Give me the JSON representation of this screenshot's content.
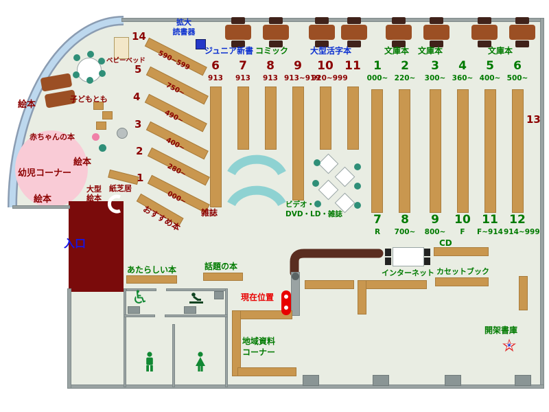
{
  "colors": {
    "floor": "#e9ede3",
    "shelf": "#c9974f",
    "wall": "#9aa3a3",
    "entrance_block": "#7a0b0b",
    "infant_pink": "#f9cbd6",
    "window_band": "#bdd8ee",
    "sofa_cyan": "#8ed2d2",
    "sofa_brown": "#5a2d20",
    "label_dark_red": "#8b0000",
    "label_green": "#007a00",
    "label_blue": "#0a2fd0",
    "location_red": "#e80000"
  },
  "areas": {
    "kakudai": "拡大\n読書器",
    "junior": "ジュニア新書",
    "comic": "コミック",
    "ogata_katsuji": "大型活字本",
    "bunko": "文庫本",
    "zasshi": "雑誌",
    "video": "ビデオ・\nDVD・LD・雑誌",
    "cd": "CD",
    "internet": "インターネット",
    "cassette": "カセットブック",
    "atarashii": "あたらしい本",
    "wadai": "話題の本",
    "genzai": "現在位置",
    "chiiki": "地域資料\nコーナー",
    "kaika": "開架書庫",
    "iriguchi": "入口",
    "yoji": "幼児コーナー",
    "akachan": "赤ちゃんの本",
    "kodomo": "子どもとも",
    "baby_bed": "ベビーベッド",
    "ehon": "絵本",
    "ogata_ehon": "大型\n絵本",
    "kamishibai": "紙芝居",
    "osusume": "おすすめ本",
    "thirteen": "13"
  },
  "shelf_groups": {
    "top_left": [
      {
        "num": "6",
        "range": "913"
      },
      {
        "num": "7",
        "range": "913"
      },
      {
        "num": "8",
        "range": "913"
      },
      {
        "num": "9",
        "range": "913~919"
      },
      {
        "num": "10",
        "range": "920~999"
      },
      {
        "num": "11",
        "range": ""
      }
    ],
    "top_right": [
      {
        "num": "1",
        "range": "000~"
      },
      {
        "num": "2",
        "range": "220~"
      },
      {
        "num": "3",
        "range": "300~"
      },
      {
        "num": "4",
        "range": "360~"
      },
      {
        "num": "5",
        "range": "400~"
      },
      {
        "num": "6",
        "range": "500~"
      }
    ],
    "bottom_right": [
      {
        "num": "7",
        "range": "R"
      },
      {
        "num": "8",
        "range": "700~"
      },
      {
        "num": "9",
        "range": "800~"
      },
      {
        "num": "10",
        "range": "F"
      },
      {
        "num": "11",
        "range": "F~914"
      },
      {
        "num": "12",
        "range": "914~999"
      }
    ],
    "diagonal": [
      {
        "num": "14",
        "range": "590~599"
      },
      {
        "num": "5",
        "range": "750~"
      },
      {
        "num": "4",
        "range": "490~"
      },
      {
        "num": "3",
        "range": "400~"
      },
      {
        "num": "2",
        "range": "280~"
      },
      {
        "num": "1",
        "range": "000~"
      }
    ]
  }
}
